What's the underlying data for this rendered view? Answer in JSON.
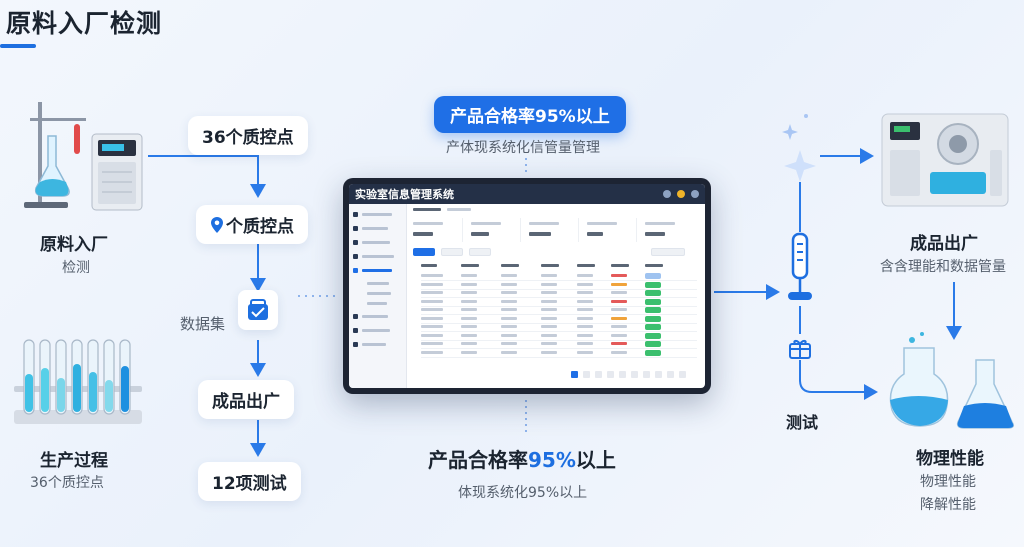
{
  "page": {
    "title": "原料入厂检测"
  },
  "left_flow": {
    "raw_material": {
      "title": "原料入厂",
      "subtitle": "检测"
    },
    "production": {
      "title": "生产过程",
      "subtitle": "36个质控点"
    },
    "steps": [
      {
        "label": "36个质控点"
      },
      {
        "label": "个质控点"
      },
      {
        "label": "数据集"
      },
      {
        "label": "成品出广"
      },
      {
        "label": "12项测试"
      }
    ]
  },
  "center": {
    "top_badge": "产品合格率95%以上",
    "top_caption": "产体现系统化信管量管理",
    "bottom_title_prefix": "产品合格率",
    "bottom_title_highlight": "95%",
    "bottom_title_suffix": "以上",
    "bottom_caption": "体现系统化95%以上",
    "system_title": "实验室信息管理系统"
  },
  "right_flow": {
    "finished": {
      "title": "成品出广",
      "subtitle": "含含理能和数据管量"
    },
    "test_label": "测试",
    "physical": {
      "title": "物理性能",
      "line1": "物理性能",
      "line2": "降解性能"
    }
  },
  "colors": {
    "accent": "#1e6fe0",
    "arrow": "#2a7ae8",
    "green_chip": "#3bbf6e"
  },
  "icons": {
    "pin": "map-pin-icon",
    "dataset": "dataset-icon",
    "sparkle": "sparkle-icon",
    "dropper": "pipette-icon",
    "gift": "gift-icon"
  }
}
